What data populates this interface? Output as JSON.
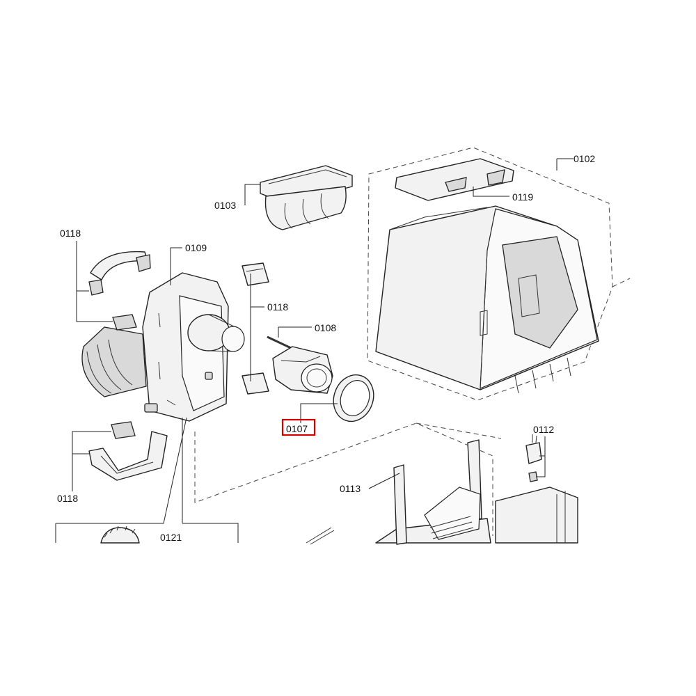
{
  "labels": {
    "p0102": "0102",
    "p0103": "0103",
    "p0107": "0107",
    "p0108": "0108",
    "p0109": "0109",
    "p0112": "0112",
    "p0113": "0113",
    "p0118_top": "0118",
    "p0118_mid": "0118",
    "p0118_bottom": "0118",
    "p0119": "0119",
    "p0121": "0121"
  },
  "highlight": {
    "part": "0107",
    "color": "#d40000"
  }
}
